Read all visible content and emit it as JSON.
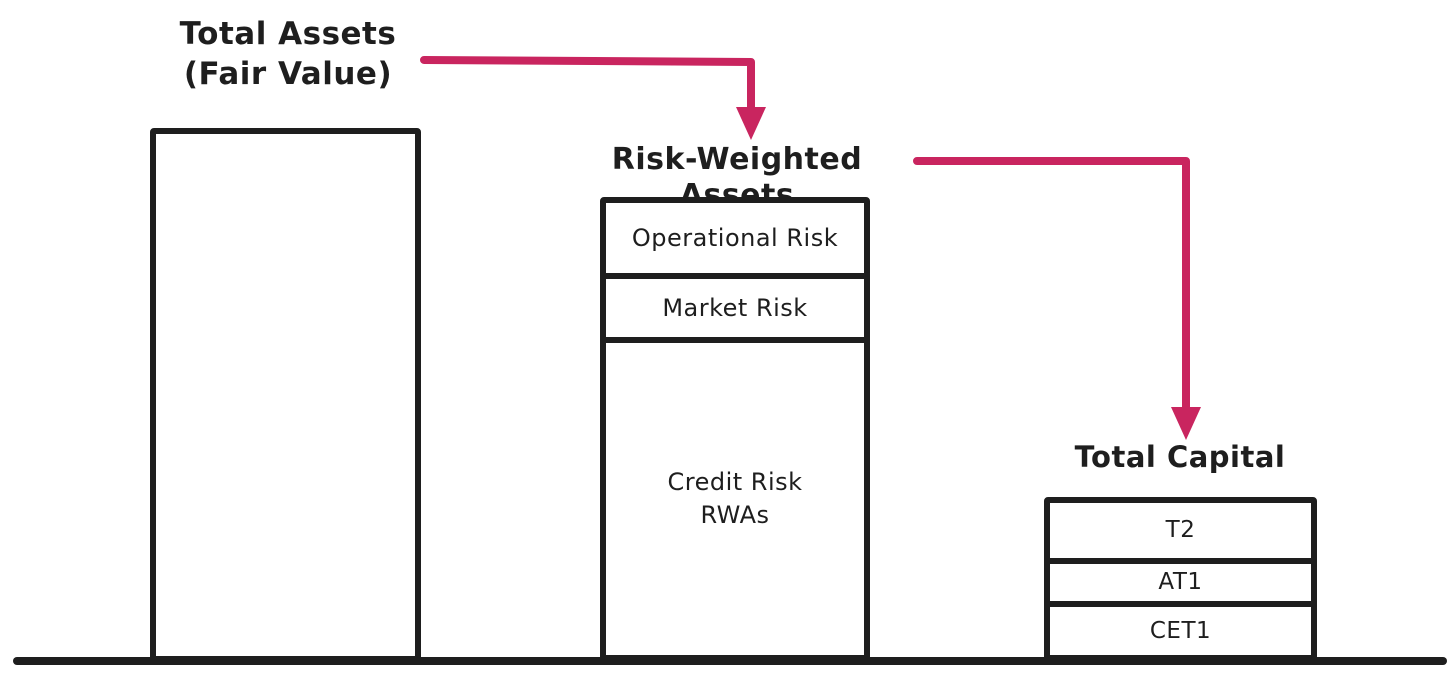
{
  "labels": {
    "total_assets_line1": "Total Assets",
    "total_assets_line2": "(Fair Value)",
    "rwa": "Risk-Weighted Assets",
    "total_capital": "Total Capital"
  },
  "bars": {
    "total_assets": {
      "segments": []
    },
    "rwa": {
      "segments": [
        {
          "label": "Operational Risk"
        },
        {
          "label": "Market Risk"
        },
        {
          "label": "Credit Risk\nRWAs"
        }
      ]
    },
    "total_capital": {
      "segments": [
        {
          "label": "T2"
        },
        {
          "label": "AT1"
        },
        {
          "label": "CET1"
        }
      ]
    }
  },
  "flow": {
    "arrow1": "total-assets-to-rwa",
    "arrow2": "rwa-to-total-capital"
  },
  "colors": {
    "ink": "#1e1e1e",
    "arrow": "#c9255f",
    "background": "#ffffff"
  }
}
